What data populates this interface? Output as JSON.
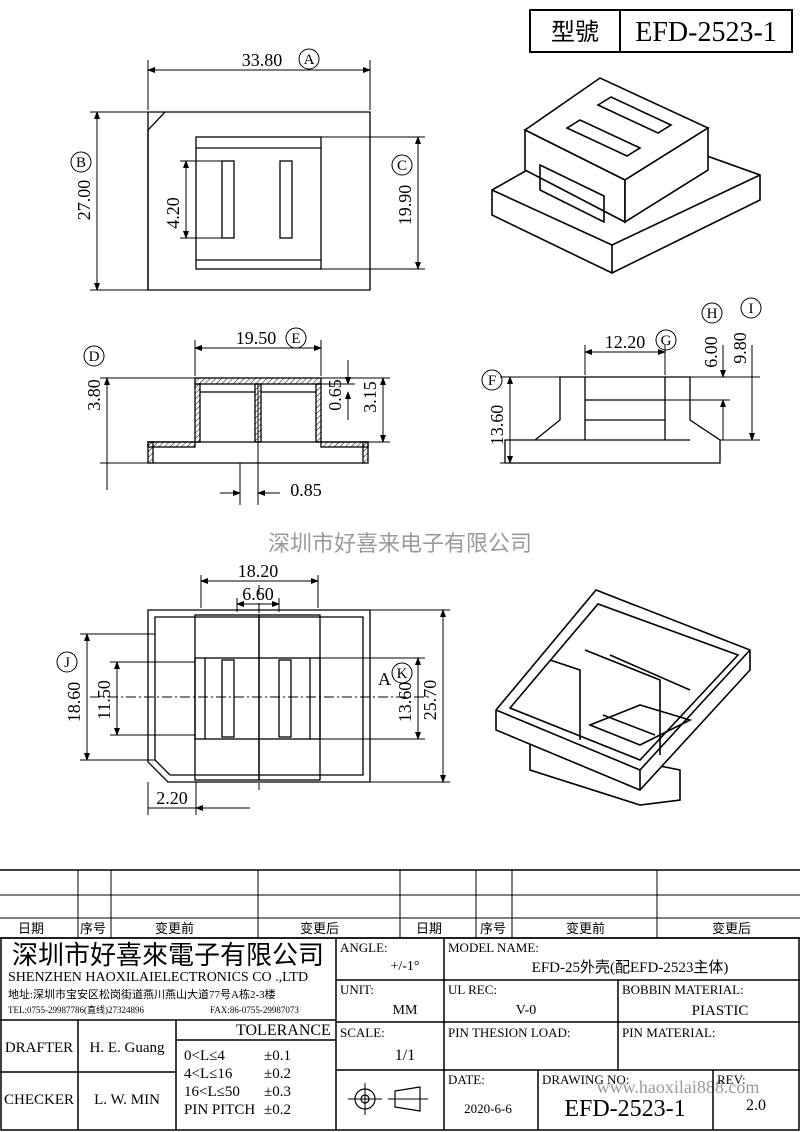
{
  "header": {
    "type_label": "型號",
    "model_no": "EFD-2523-1"
  },
  "watermark": {
    "text": "深圳市好喜来电子有限公司",
    "url": "www.haoxilai888.com"
  },
  "dimensions": {
    "top_width": "33.80",
    "top_height": "27.00",
    "top_inner": "19.90",
    "top_slot": "4.20",
    "front_width": "19.50",
    "front_h1": "3.80",
    "front_h2": "0.65",
    "front_h3": "3.15",
    "front_w2": "0.85",
    "side_w": "12.20",
    "side_h1": "6.00",
    "side_h2": "9.80",
    "side_h3": "13.60",
    "bottom_w1": "18.20",
    "bottom_w2": "6.60",
    "bottom_h1": "18.60",
    "bottom_h2": "11.50",
    "bottom_h3": "13.60",
    "bottom_h4": "25.70",
    "bottom_w3": "2.20",
    "section_mark": "A"
  },
  "circle_labels": [
    "A",
    "B",
    "C",
    "D",
    "E",
    "F",
    "G",
    "H",
    "I",
    "J",
    "K"
  ],
  "revision_table": {
    "col_date": "日期",
    "col_seq": "序号",
    "col_before": "变更前",
    "col_after": "变更后"
  },
  "title_block": {
    "company_cn": "深圳市好喜來電子有限公司",
    "company_en": "SHENZHEN HAOXILAIELECTRONICS CO .,LTD",
    "address": "地址:深圳市宝安区松岗街道燕川燕山大道77号A栋2-3楼",
    "tel": "TEL:0755-29987786(直线)27324896",
    "fax": "FAX:86-0755-29987073",
    "angle_label": "ANGLE:",
    "angle_value": "+/-1°",
    "unit_label": "UNIT:",
    "unit_value": "MM",
    "scale_label": "SCALE:",
    "scale_value": "1/1",
    "model_name_label": "MODEL NAME:",
    "model_name_value": "EFD-25外壳(配EFD-2523主体)",
    "ul_rec_label": "UL REC:",
    "ul_rec_value": "V-0",
    "bobbin_label": "BOBBIN MATERIAL:",
    "bobbin_value": "PIASTIC",
    "pin_tension_label": "PIN THESION LOAD:",
    "pin_material_label": "PIN MATERIAL:",
    "date_label": "DATE:",
    "date_value": "2020-6-6",
    "drawing_no_label": "DRAWING NO:",
    "drawing_no_value": "EFD-2523-1",
    "rev_label": "REV:",
    "rev_value": "2.0",
    "drafter_label": "DRAFTER",
    "drafter_value": "H. E. Guang",
    "checker_label": "CHECKER",
    "checker_value": "L. W. MIN",
    "tolerance_label": "TOLERANCE",
    "tolerance_rows": [
      {
        "range": "0<L≤4",
        "value": "±0.1"
      },
      {
        "range": "4<L≤16",
        "value": "±0.2"
      },
      {
        "range": "16<L≤50",
        "value": "±0.3"
      },
      {
        "range": "PIN PITCH",
        "value": "±0.2"
      }
    ]
  }
}
